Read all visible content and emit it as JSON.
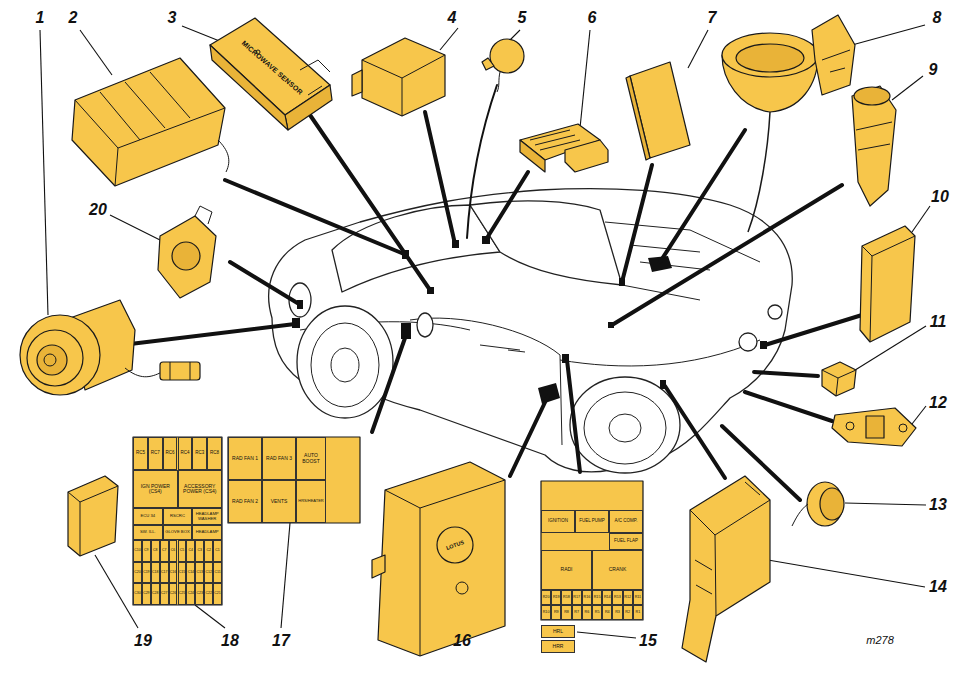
{
  "diagram": {
    "nodes": [
      {
        "text": [
          "MICROWAVE SENSOR"
        ]
      },
      {
        "text": [
          "RC5"
        ]
      },
      {
        "text": [
          "RC7"
        ]
      },
      {
        "text": [
          "RC6"
        ]
      },
      {
        "text": [
          "RC4"
        ]
      },
      {
        "text": [
          "RC3"
        ]
      },
      {
        "text": [
          "RC8"
        ]
      },
      {
        "text": [
          "IGN POWER (CS4)"
        ]
      },
      {
        "text": [
          "ACCESSORY POWER (CS4)"
        ]
      },
      {
        "text": [
          "ECU 34"
        ]
      },
      {
        "text": [
          "RSCRC"
        ]
      },
      {
        "text": [
          "HEADLAMP WASHER"
        ]
      },
      {
        "text": [
          "SW. ILL."
        ]
      },
      {
        "text": [
          "GLOVE BOX"
        ]
      },
      {
        "text": [
          "HEADLAMP"
        ]
      },
      {
        "text": [
          "C10"
        ]
      },
      {
        "text": [
          "C9"
        ]
      },
      {
        "text": [
          "C8"
        ]
      },
      {
        "text": [
          "C7"
        ]
      },
      {
        "text": [
          "C6"
        ]
      },
      {
        "text": [
          "C5"
        ]
      },
      {
        "text": [
          "C4"
        ]
      },
      {
        "text": [
          "C3"
        ]
      },
      {
        "text": [
          "C2"
        ]
      },
      {
        "text": [
          "C1"
        ]
      },
      {
        "text": [
          "C20"
        ]
      },
      {
        "text": [
          "C19"
        ]
      },
      {
        "text": [
          "C18"
        ]
      },
      {
        "text": [
          "C17"
        ]
      },
      {
        "text": [
          "C16"
        ]
      },
      {
        "text": [
          "C15"
        ]
      },
      {
        "text": [
          "C14"
        ]
      },
      {
        "text": [
          "C13"
        ]
      },
      {
        "text": [
          "C12"
        ]
      },
      {
        "text": [
          "C11"
        ]
      },
      {
        "text": [
          "C30"
        ]
      },
      {
        "text": [
          "C29"
        ]
      },
      {
        "text": [
          "C28"
        ]
      },
      {
        "text": [
          "C27"
        ]
      },
      {
        "text": [
          "C26"
        ]
      },
      {
        "text": [
          "C25"
        ]
      },
      {
        "text": [
          "C24"
        ]
      },
      {
        "text": [
          "C23"
        ]
      },
      {
        "text": [
          "C22"
        ]
      },
      {
        "text": [
          "C21"
        ]
      },
      {
        "text": [
          "RAD FAN 1"
        ]
      },
      {
        "text": [
          "RAD FAN 3"
        ]
      },
      {
        "text": [
          "AUTO BOOST"
        ]
      },
      {
        "text": [
          "RAD FAN 2"
        ]
      },
      {
        "text": [
          "VENTS"
        ]
      },
      {
        "text": [
          "HRS/HEATER"
        ]
      },
      {
        "text": [
          "IGNITION"
        ]
      },
      {
        "text": [
          "FUEL PUMP"
        ]
      },
      {
        "text": [
          "A/C COMP."
        ]
      },
      {
        "text": [
          "FUEL FLAP"
        ]
      },
      {
        "text": [
          "RADI"
        ]
      },
      {
        "text": [
          "CRANK"
        ]
      },
      {
        "text": [
          "R20"
        ]
      },
      {
        "text": [
          "R19"
        ]
      },
      {
        "text": [
          "R18"
        ]
      },
      {
        "text": [
          "R17"
        ]
      },
      {
        "text": [
          "R16"
        ]
      },
      {
        "text": [
          "R15"
        ]
      },
      {
        "text": [
          "R14"
        ]
      },
      {
        "text": [
          "R13"
        ]
      },
      {
        "text": [
          "R12"
        ]
      },
      {
        "text": [
          "R11"
        ]
      },
      {
        "text": [
          "R10"
        ]
      },
      {
        "text": [
          "R9"
        ]
      },
      {
        "text": [
          "R8"
        ]
      },
      {
        "text": [
          "R7"
        ]
      },
      {
        "text": [
          "R6"
        ]
      },
      {
        "text": [
          "R5"
        ]
      },
      {
        "text": [
          "R4"
        ]
      },
      {
        "text": [
          "R3"
        ]
      },
      {
        "text": [
          "R2"
        ]
      },
      {
        "text": [
          "R1"
        ]
      },
      {
        "text": [
          "HRL"
        ]
      },
      {
        "text": [
          "HRR"
        ]
      }
    ],
    "labels": [
      "1",
      "2",
      "3",
      "4",
      "5",
      "6",
      "7",
      "8",
      "9",
      "10",
      "11",
      "12",
      "13",
      "14",
      "15",
      "16",
      "17",
      "18",
      "19",
      "20",
      "m278",
      "LOTUS"
    ]
  }
}
